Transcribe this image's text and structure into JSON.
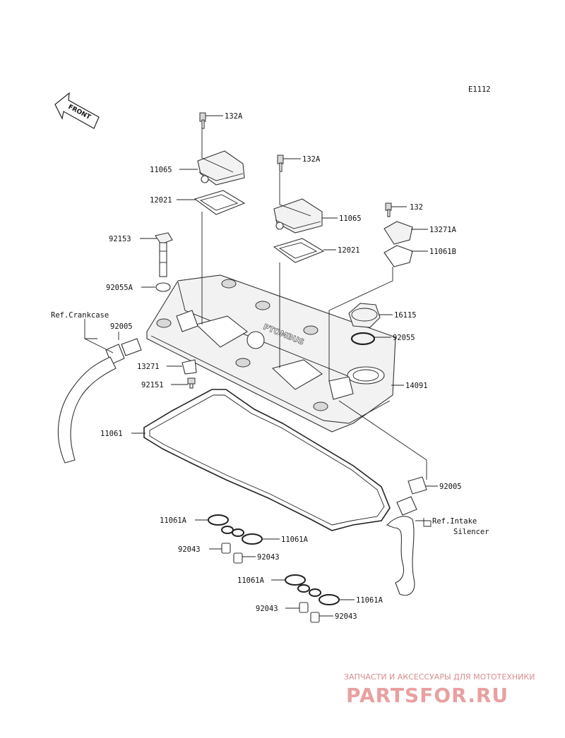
{
  "diagram_code": "E1112",
  "front_label": "FRONT",
  "callouts": {
    "c132A_1": "132A",
    "c132A_2": "132A",
    "c132": "132",
    "c11065_left": "11065",
    "c11065_right": "11065",
    "c12021_left": "12021",
    "c12021_right": "12021",
    "c13271A": "13271A",
    "c11061B": "11061B",
    "c92153": "92153",
    "c92055A": "92055A",
    "c16115": "16115",
    "c92055": "92055",
    "c92005_left": "92005",
    "c92005_right": "92005",
    "c13271": "13271",
    "c92151": "92151",
    "c14091": "14091",
    "c11061": "11061",
    "c11061A_1": "11061A",
    "c11061A_2": "11061A",
    "c11061A_3": "11061A",
    "c11061A_4": "11061A",
    "c92043_1": "92043",
    "c92043_2": "92043",
    "c92043_3": "92043",
    "c92043_4": "92043"
  },
  "references": {
    "crankcase": "Ref.Crankcase",
    "intake_line1": "Ref.Intake",
    "intake_line2": "Silencer"
  },
  "watermark": {
    "tagline": "ЗАПЧАСТИ И АКСЕССУАРЫ ДЛЯ МОТОТЕХНИКИ",
    "brand": "PARTSFOR.RU"
  },
  "cover_marking": "PTOMBUS"
}
